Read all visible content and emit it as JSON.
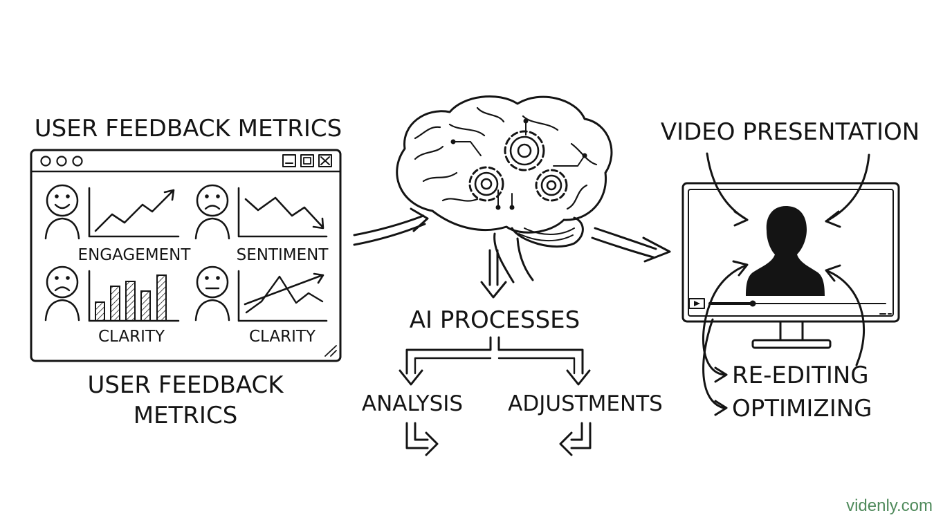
{
  "left_panel": {
    "title_top": "USER FEEDBACK METRICS",
    "title_bottom_line1": "USER FEEDBACK",
    "title_bottom_line2": "METRICS",
    "cells": [
      {
        "label": "ENGAGEMENT",
        "face": "happy",
        "chart": "rising-line"
      },
      {
        "label": "SENTIMENT",
        "face": "sad",
        "chart": "falling-line"
      },
      {
        "label": "CLARITY",
        "face": "sad",
        "chart": "hatched-bars"
      },
      {
        "label": "CLARITY",
        "face": "neutral",
        "chart": "trend-line"
      }
    ]
  },
  "center": {
    "processes_label": "AI PROCESSES",
    "branch_left": "ANALYSIS",
    "branch_right": "ADJUSTMENTS"
  },
  "right_panel": {
    "title": "VIDEO PRESENTATION",
    "actions": [
      "RE-EDITING",
      "OPTIMIZING"
    ]
  },
  "watermark": {
    "text": "videnly.com",
    "color": "#4f8a5b"
  },
  "colors": {
    "ink": "#141414",
    "background": "#ffffff"
  }
}
